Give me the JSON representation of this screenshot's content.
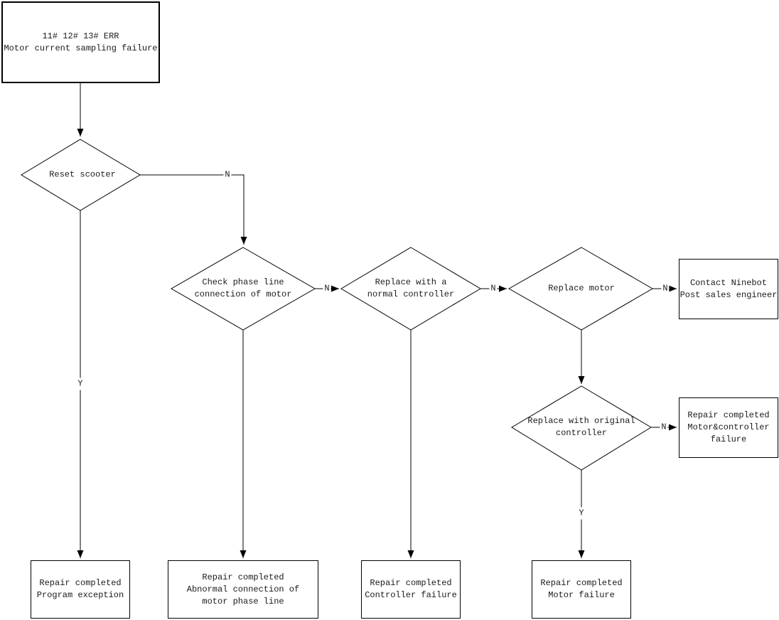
{
  "colors": {
    "line": "#000000",
    "background": "#ffffff",
    "text": "#1a1a1a"
  },
  "nodes": {
    "start": {
      "lines": [
        "11# 12# 13# ERR",
        "Motor current sampling failure"
      ]
    },
    "reset_scooter": {
      "lines": [
        "Reset scooter"
      ]
    },
    "check_phase_line": {
      "lines": [
        "Check phase line",
        "connection of motor"
      ]
    },
    "replace_normal_controller": {
      "lines": [
        "Replace with a",
        "normal controller"
      ]
    },
    "replace_motor": {
      "lines": [
        "Replace motor"
      ]
    },
    "contact_ninebot": {
      "lines": [
        "Contact Ninebot",
        "Post sales engineer"
      ]
    },
    "replace_original_controller": {
      "lines": [
        "Replace with original",
        "controller"
      ]
    },
    "motor_controller_failure": {
      "lines": [
        "Repair completed",
        "Motor&controller",
        "failure"
      ]
    },
    "program_exception": {
      "lines": [
        "Repair completed",
        "Program exception"
      ]
    },
    "abnormal_connection": {
      "lines": [
        "Repair completed",
        "Abnormal connection of",
        "motor phase line"
      ]
    },
    "controller_failure": {
      "lines": [
        "Repair completed",
        "Controller failure"
      ]
    },
    "motor_failure": {
      "lines": [
        "Repair completed",
        "Motor failure"
      ]
    }
  },
  "edge_labels": {
    "reset_no": "N",
    "reset_yes": "Y",
    "check_phase_no": "N",
    "replace_controller_no": "N",
    "replace_motor_no": "N",
    "replace_original_no": "N",
    "replace_original_yes": "Y"
  }
}
